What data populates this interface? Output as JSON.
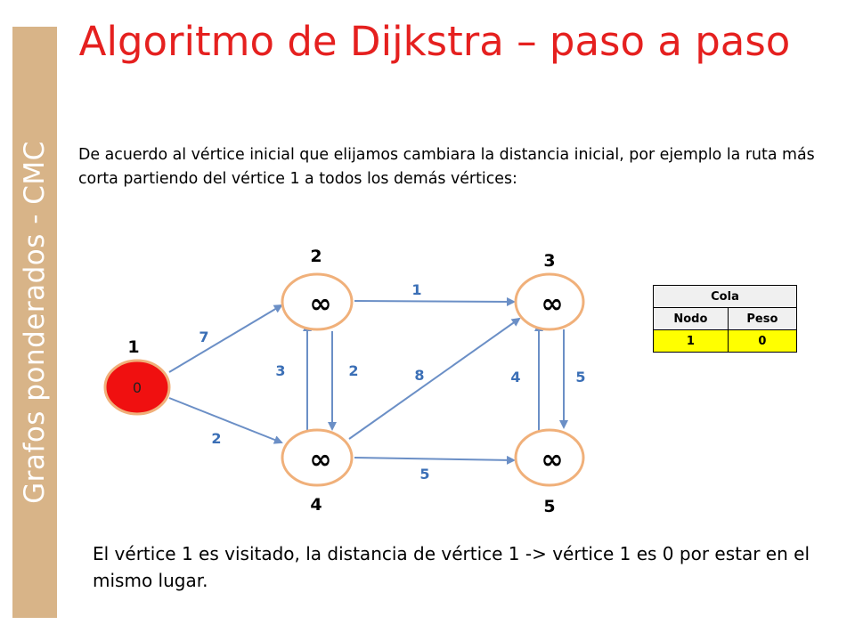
{
  "sidebar": {
    "label": "Grafos ponderados - CMC"
  },
  "title": "Algoritmo de Dijkstra – paso a paso",
  "intro": "De acuerdo al vértice inicial que elijamos cambiara la distancia inicial, por ejemplo la ruta más corta partiendo del vértice 1 a todos los demás vértices:",
  "graph": {
    "nodes": [
      {
        "id": "1",
        "value": "0",
        "visited": true
      },
      {
        "id": "2",
        "value": "∞",
        "visited": false
      },
      {
        "id": "3",
        "value": "∞",
        "visited": false
      },
      {
        "id": "4",
        "value": "∞",
        "visited": false
      },
      {
        "id": "5",
        "value": "∞",
        "visited": false
      }
    ],
    "edges": [
      {
        "from": "1",
        "to": "2",
        "weight": "7"
      },
      {
        "from": "1",
        "to": "4",
        "weight": "2"
      },
      {
        "from": "2",
        "to": "3",
        "weight": "1"
      },
      {
        "from": "2",
        "to": "4",
        "weight": "2"
      },
      {
        "from": "4",
        "to": "2",
        "weight": "3"
      },
      {
        "from": "4",
        "to": "3",
        "weight": "8"
      },
      {
        "from": "4",
        "to": "5",
        "weight": "5"
      },
      {
        "from": "3",
        "to": "5",
        "weight": "5"
      },
      {
        "from": "5",
        "to": "3",
        "weight": "4"
      }
    ],
    "colors": {
      "visited_fill": "#f01010",
      "unvisited_fill": "#ffffff",
      "node_stroke": "#f0b07a",
      "edge": "#6b8fc6",
      "weight_text": "#3b6fb6"
    }
  },
  "queue": {
    "title": "Cola",
    "columns": [
      "Nodo",
      "Peso"
    ],
    "rows": [
      [
        "1",
        "0"
      ]
    ],
    "highlight": "#ffff00"
  },
  "footer": "El vértice 1 es visitado, la distancia de vértice 1 -> vértice 1 es 0 por estar en el mismo lugar."
}
